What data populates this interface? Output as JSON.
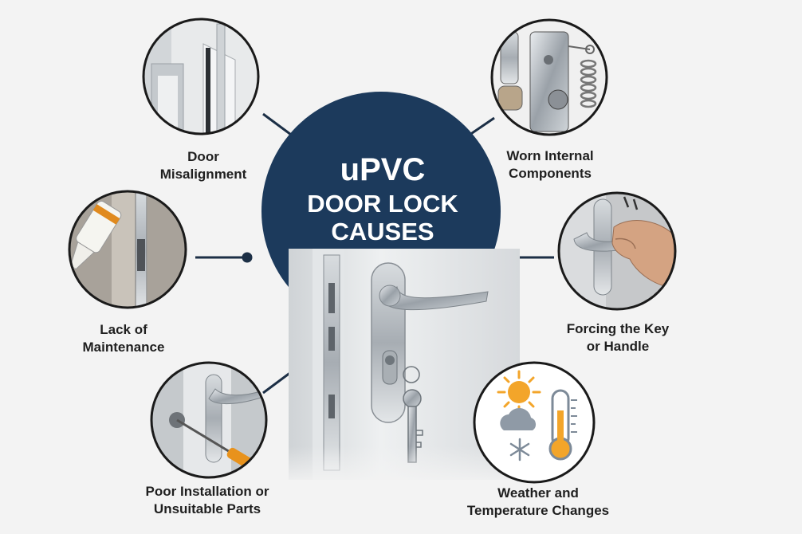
{
  "title": {
    "line1": "uPVC",
    "line2": "DOOR LOCK",
    "line3": "CAUSES"
  },
  "causes": [
    {
      "id": "door-misalignment",
      "line1": "Door",
      "line2": "Misalignment",
      "icon": "door-frame-gap-icon"
    },
    {
      "id": "lack-of-maintenance",
      "line1": "Lack of",
      "line2": "Maintenance",
      "icon": "lubricant-spray-icon"
    },
    {
      "id": "poor-installation",
      "line1": "Poor Installation or",
      "line2": "Unsuitable Parts",
      "icon": "screwdriver-lock-icon"
    },
    {
      "id": "worn-internal-components",
      "line1": "Worn Internal",
      "line2": "Components",
      "icon": "lock-mechanism-parts-icon"
    },
    {
      "id": "forcing-key-handle",
      "line1": "Forcing the Key",
      "line2": "or Handle",
      "icon": "hand-on-handle-icon"
    },
    {
      "id": "weather-temperature",
      "line1": "Weather and",
      "line2": "Temperature Changes",
      "icon": "sun-cloud-snow-thermometer-icon"
    }
  ],
  "colors": {
    "navy": "#1c3a5c",
    "connector": "#1c2f46",
    "sun": "#f3a52a",
    "thermometer": "#f3a52a",
    "snow": "#7d8a98"
  }
}
